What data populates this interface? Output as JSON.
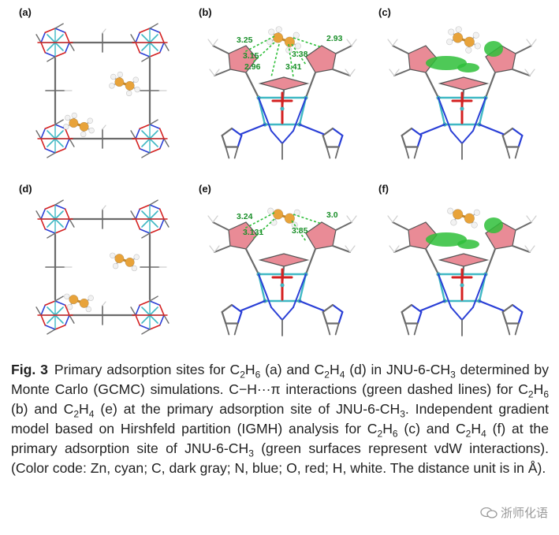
{
  "panels": [
    {
      "label": "(a)",
      "kind": "framework",
      "guest": "C2H6"
    },
    {
      "label": "(b)",
      "kind": "cluster",
      "distances": [
        "3.25",
        "2.93",
        "3.15",
        "3.38",
        "2.96",
        "3.41"
      ]
    },
    {
      "label": "(c)",
      "kind": "cluster-igmh"
    },
    {
      "label": "(d)",
      "kind": "framework",
      "guest": "C2H4"
    },
    {
      "label": "(e)",
      "kind": "cluster",
      "distances": [
        "3.24",
        "3.0",
        "3.131",
        "3.85"
      ]
    },
    {
      "label": "(f)",
      "kind": "cluster-igmh"
    }
  ],
  "caption": {
    "fig_label": "Fig. 3",
    "segments": [
      {
        "t": "Primary adsorption sites for C"
      },
      {
        "t": "2",
        "sub": true
      },
      {
        "t": "H"
      },
      {
        "t": "6",
        "sub": true
      },
      {
        "t": " (a) and C"
      },
      {
        "t": "2",
        "sub": true
      },
      {
        "t": "H"
      },
      {
        "t": "4",
        "sub": true
      },
      {
        "t": " (d) in JNU-6-CH"
      },
      {
        "t": "3",
        "sub": true
      },
      {
        "t": " determined by Monte Carlo (GCMC) simulations. C−H···π interactions (green dashed lines) for C"
      },
      {
        "t": "2",
        "sub": true
      },
      {
        "t": "H"
      },
      {
        "t": "6",
        "sub": true
      },
      {
        "t": " (b) and C"
      },
      {
        "t": "2",
        "sub": true
      },
      {
        "t": "H"
      },
      {
        "t": "4",
        "sub": true
      },
      {
        "t": " (e) at the primary adsorption site of JNU-6-CH"
      },
      {
        "t": "3",
        "sub": true
      },
      {
        "t": ". Independent gradient model based on Hirshfeld partition (IGMH) analysis for C"
      },
      {
        "t": "2",
        "sub": true
      },
      {
        "t": "H"
      },
      {
        "t": "6",
        "sub": true
      },
      {
        "t": " (c) and C"
      },
      {
        "t": "2",
        "sub": true
      },
      {
        "t": "H"
      },
      {
        "t": "4",
        "sub": true
      },
      {
        "t": " (f) at the primary adsorption site of JNU-6-CH"
      },
      {
        "t": "3",
        "sub": true
      },
      {
        "t": " (green surfaces represent vdW interactions). (Color code: Zn, cyan; C, dark gray; N, blue; O, red; H, white. The distance unit is in Å)."
      }
    ]
  },
  "watermark": {
    "text": "浙师化语",
    "icon": "wechat-logo-icon"
  },
  "colors": {
    "zn": "#3fb8c4",
    "c": "#6b6b6b",
    "n": "#2a3fd6",
    "o": "#d42020",
    "h": "#f2f2f2",
    "guest_c": "#e8a33a",
    "interaction": "#2fbf3a",
    "ring": "#e98b96"
  }
}
